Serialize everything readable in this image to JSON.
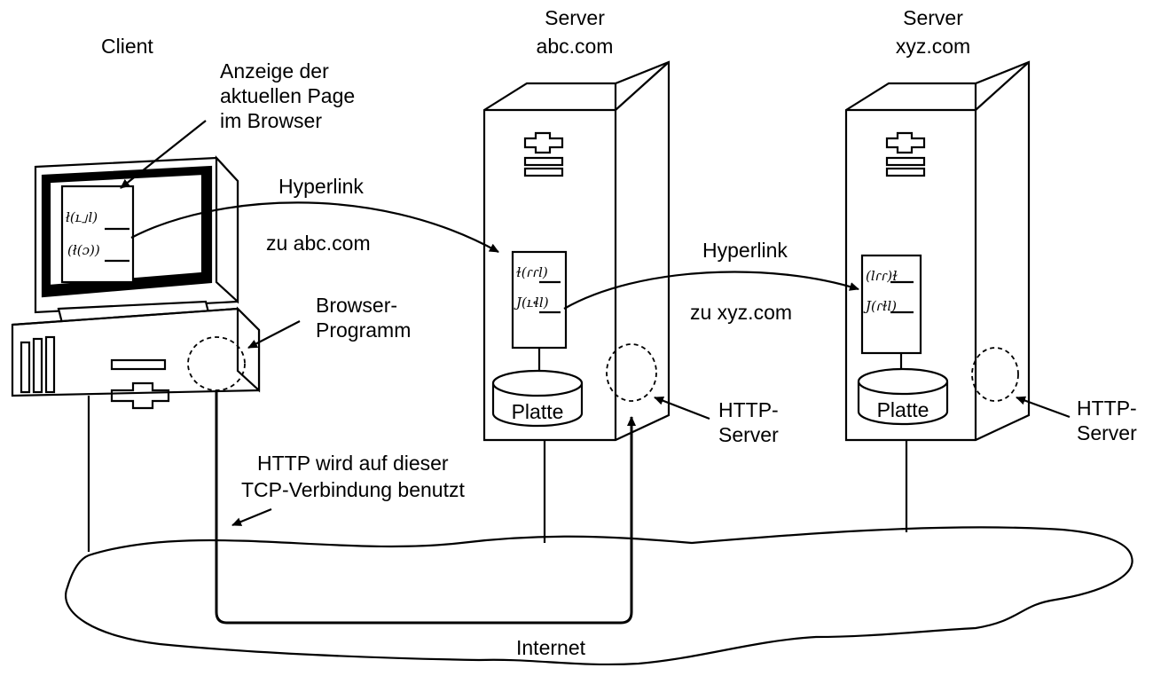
{
  "labels": {
    "client": "Client",
    "display_line1": "Anzeige der",
    "display_line2": "aktuellen Page",
    "display_line3": "im Browser",
    "server1_line1": "Server",
    "server1_line2": "abc.com",
    "server2_line1": "Server",
    "server2_line2": "xyz.com",
    "hyperlink1": "Hyperlink",
    "zu_abc": "zu abc.com",
    "hyperlink2": "Hyperlink",
    "zu_xyz": "zu xyz.com",
    "browser_line1": "Browser-",
    "browser_line2": "Programm",
    "http_server1_line1": "HTTP-",
    "http_server1_line2": "Server",
    "http_server2_line1": "HTTP-",
    "http_server2_line2": "Server",
    "platte1": "Platte",
    "platte2": "Platte",
    "tcp_line1": "HTTP wird auf dieser",
    "tcp_line2": "TCP-Verbindung benutzt",
    "internet": "Internet"
  },
  "page_scribbles": {
    "client_line1": "ł(ւ｣l)",
    "client_line2": "(ł(ɔ))",
    "abc_line1": "ɫ(ɾɾl)",
    "abc_line2": "J(ւɬl)",
    "xyz_line1": "(lɾɾ)ɫ",
    "xyz_line2": "J(ɾɫl)"
  },
  "colors": {
    "ink": "#000000",
    "paper": "#ffffff"
  }
}
